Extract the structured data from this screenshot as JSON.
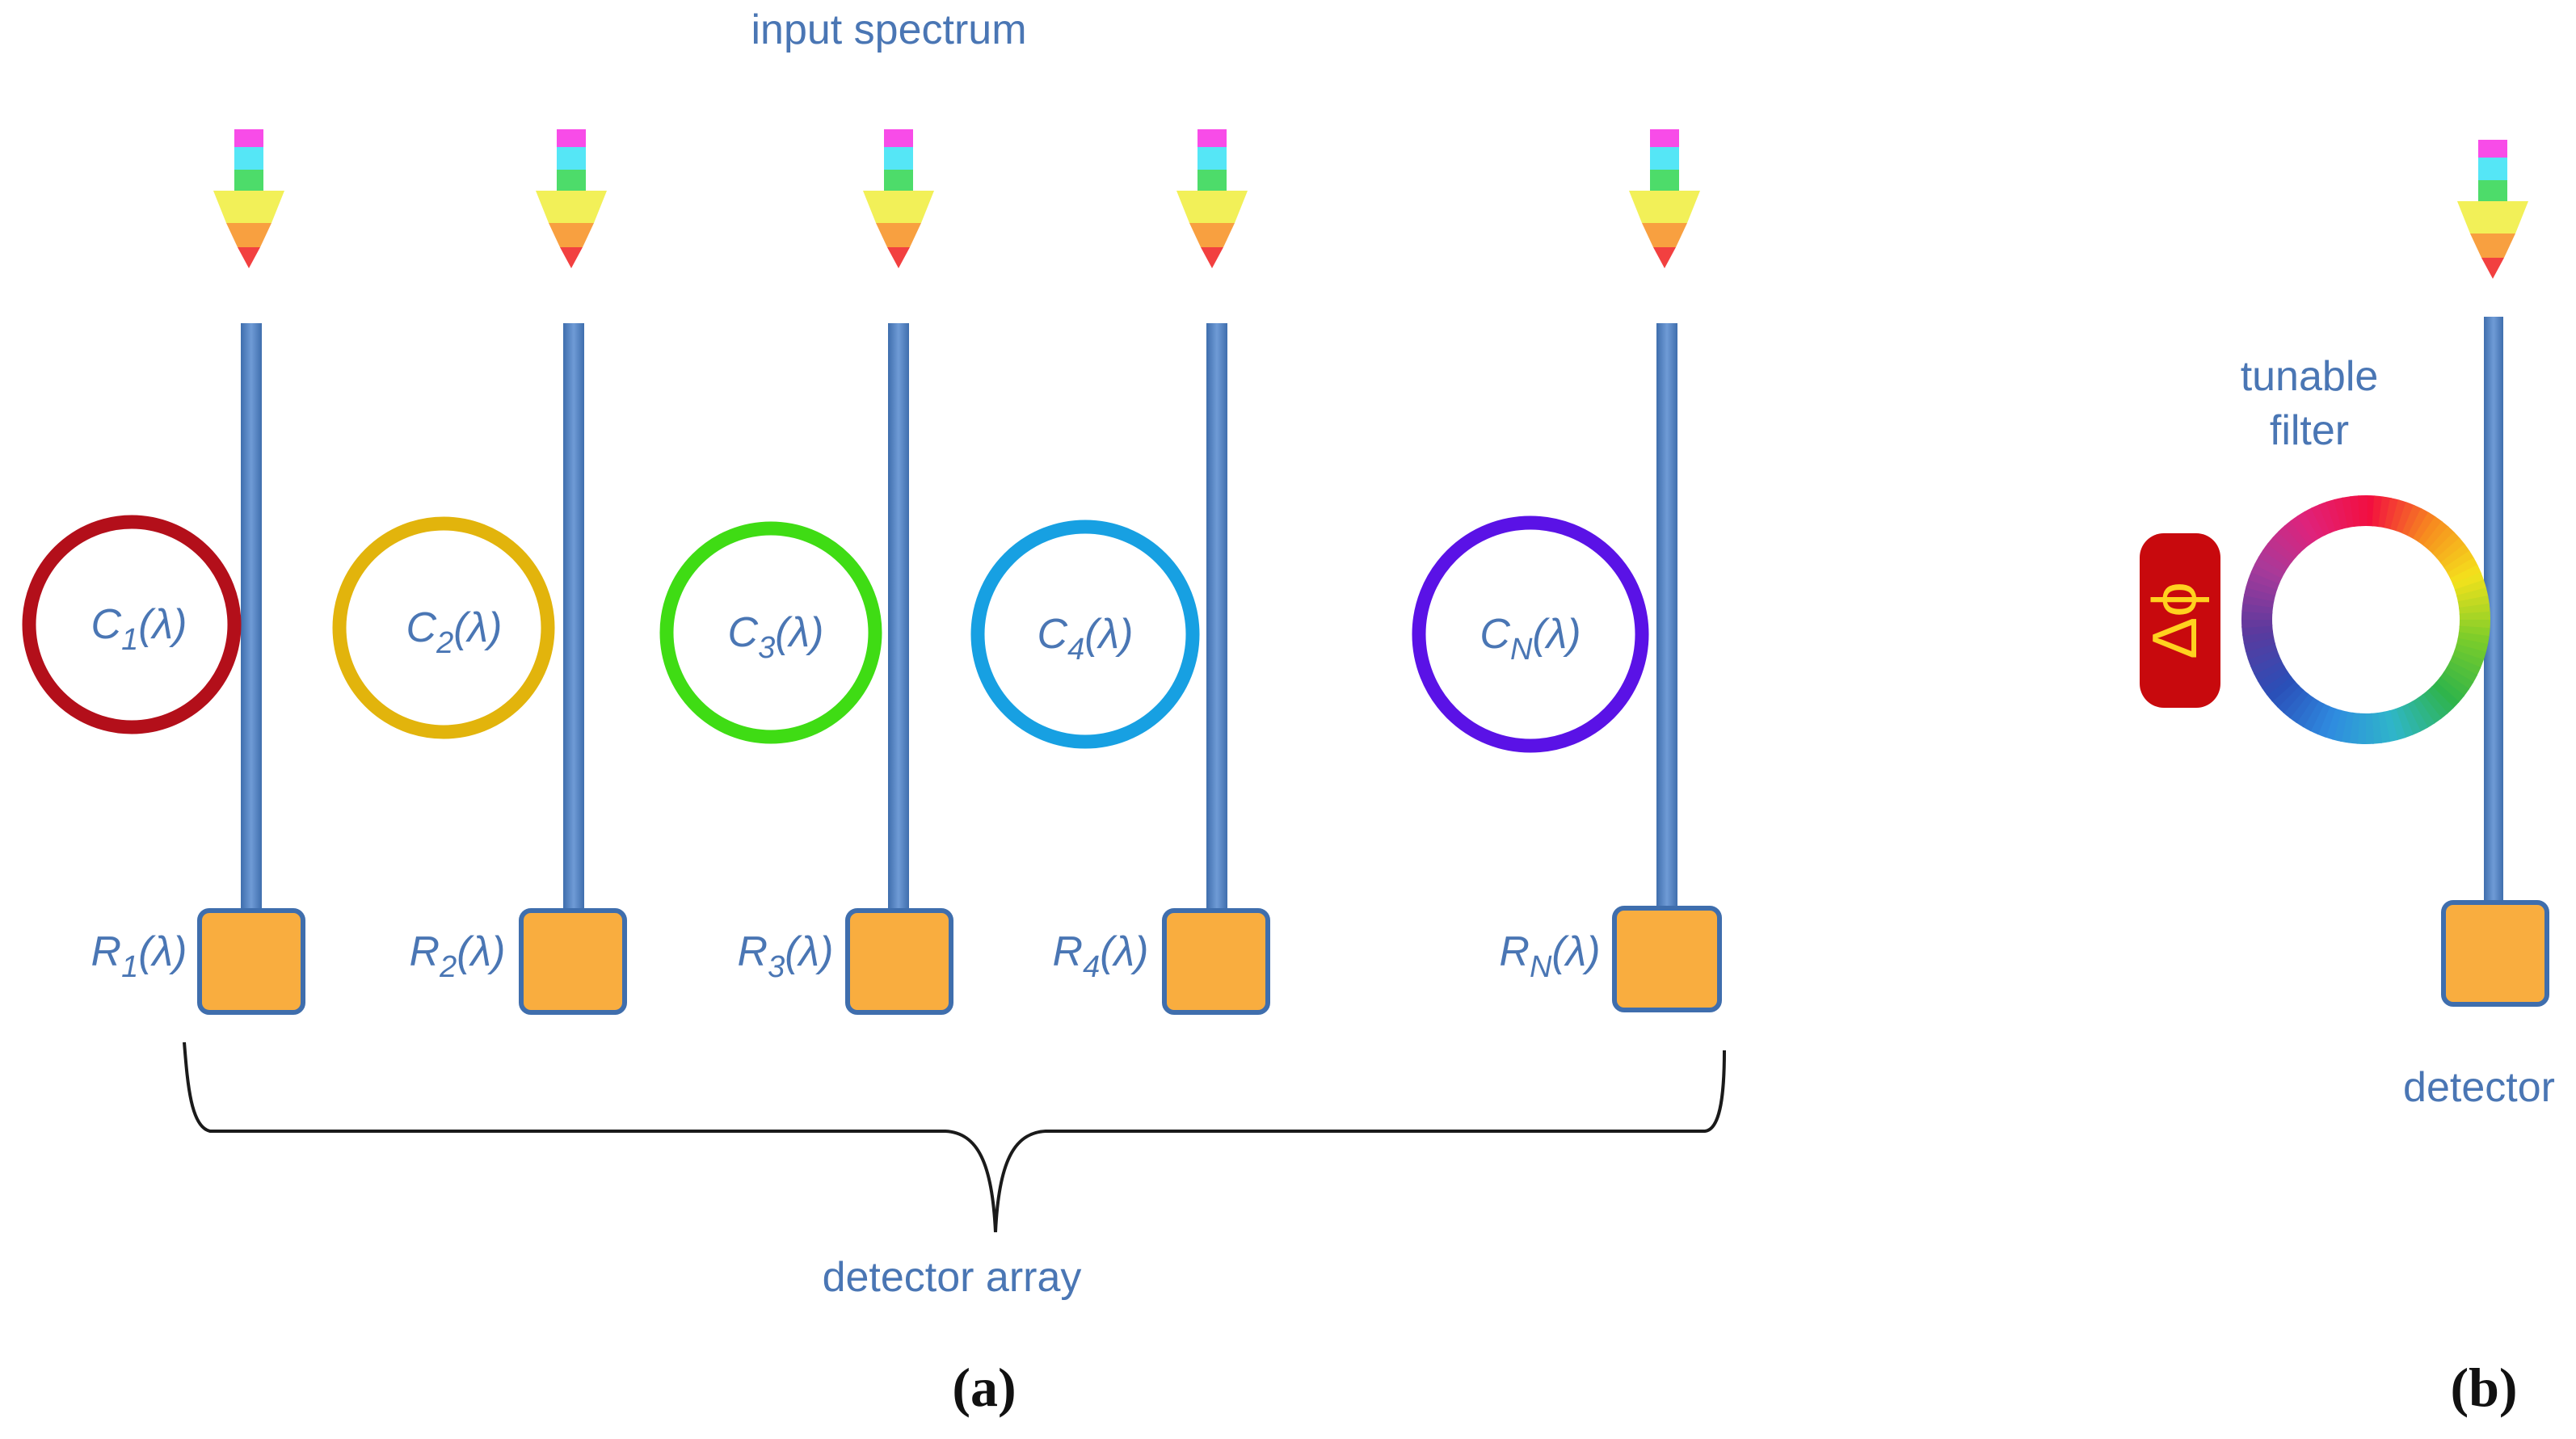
{
  "labels": {
    "input_spectrum": "input spectrum",
    "detector_array": "detector array",
    "tunable_filter_line1": "tunable",
    "tunable_filter_line2": "filter",
    "detector": "detector",
    "panel_a": "(a)",
    "panel_b": "(b)",
    "phase_shift": "Δϕ"
  },
  "channels": [
    {
      "c_main": "C",
      "c_sub": "1",
      "r_main": "R",
      "r_sub": "1",
      "lambda": "(λ)",
      "ring_color": "#b30f1a"
    },
    {
      "c_main": "C",
      "c_sub": "2",
      "r_main": "R",
      "r_sub": "2",
      "lambda": "(λ)",
      "ring_color": "#e2b40c"
    },
    {
      "c_main": "C",
      "c_sub": "3",
      "r_main": "R",
      "r_sub": "3",
      "lambda": "(λ)",
      "ring_color": "#3fdc14"
    },
    {
      "c_main": "C",
      "c_sub": "4",
      "r_main": "R",
      "r_sub": "4",
      "lambda": "(λ)",
      "ring_color": "#17a0e2"
    },
    {
      "c_main": "C",
      "c_sub": "N",
      "r_main": "R",
      "r_sub": "N",
      "lambda": "(λ)",
      "ring_color": "#5a12e6"
    }
  ],
  "colors": {
    "text": "#4a76b4",
    "waveguide": "#5b86c4",
    "detector_fill": "#f9ad3f",
    "detector_stroke": "#3f6ead",
    "phase_box": "#c8090d",
    "phase_symbol": "#ffd21f",
    "spectrum_arrow": [
      "#f84ce8",
      "#55e6f6",
      "#4ddc6a",
      "#f2f058",
      "#f8a040",
      "#f24040"
    ]
  }
}
